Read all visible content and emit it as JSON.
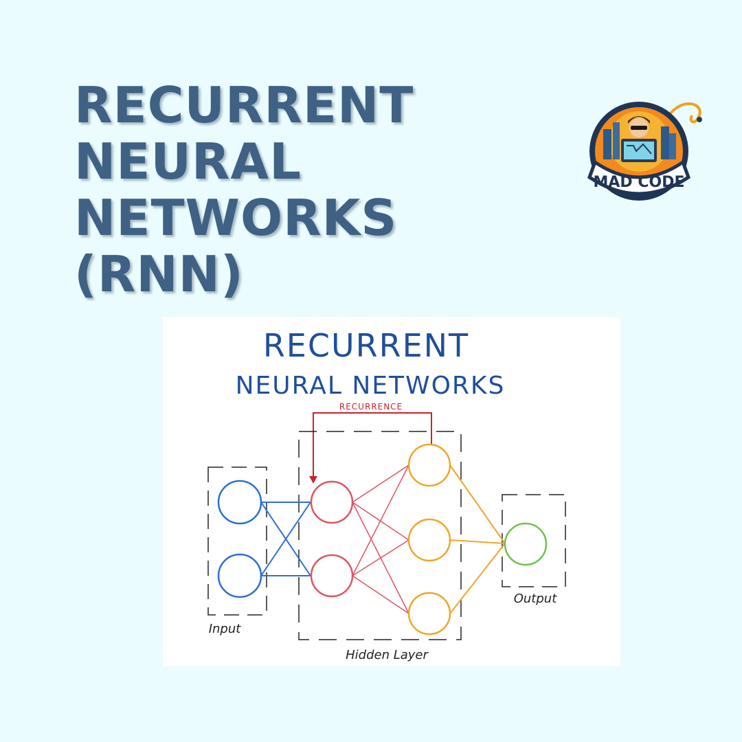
{
  "headline": {
    "lines": [
      "RECURRENT",
      "NEURAL",
      "NETWORKS",
      "(RNN)"
    ]
  },
  "logo": {
    "text": "MAD CODE",
    "icon": "mad-code-logo"
  },
  "diagram": {
    "title_line1": "RECURRENT",
    "title_line2": "NEURAL NETWORKS",
    "recurrence_label": "RECURRENCE",
    "input_label": "Input",
    "hidden_label": "Hidden Layer",
    "output_label": "Output",
    "colors": {
      "title": "#1f4f9a",
      "input": "#2a6fd8",
      "hidden1": "#e05361",
      "hidden2": "#f0a52a",
      "output": "#6ec24a",
      "recurrence": "#c8232b",
      "box": "#222222"
    }
  }
}
